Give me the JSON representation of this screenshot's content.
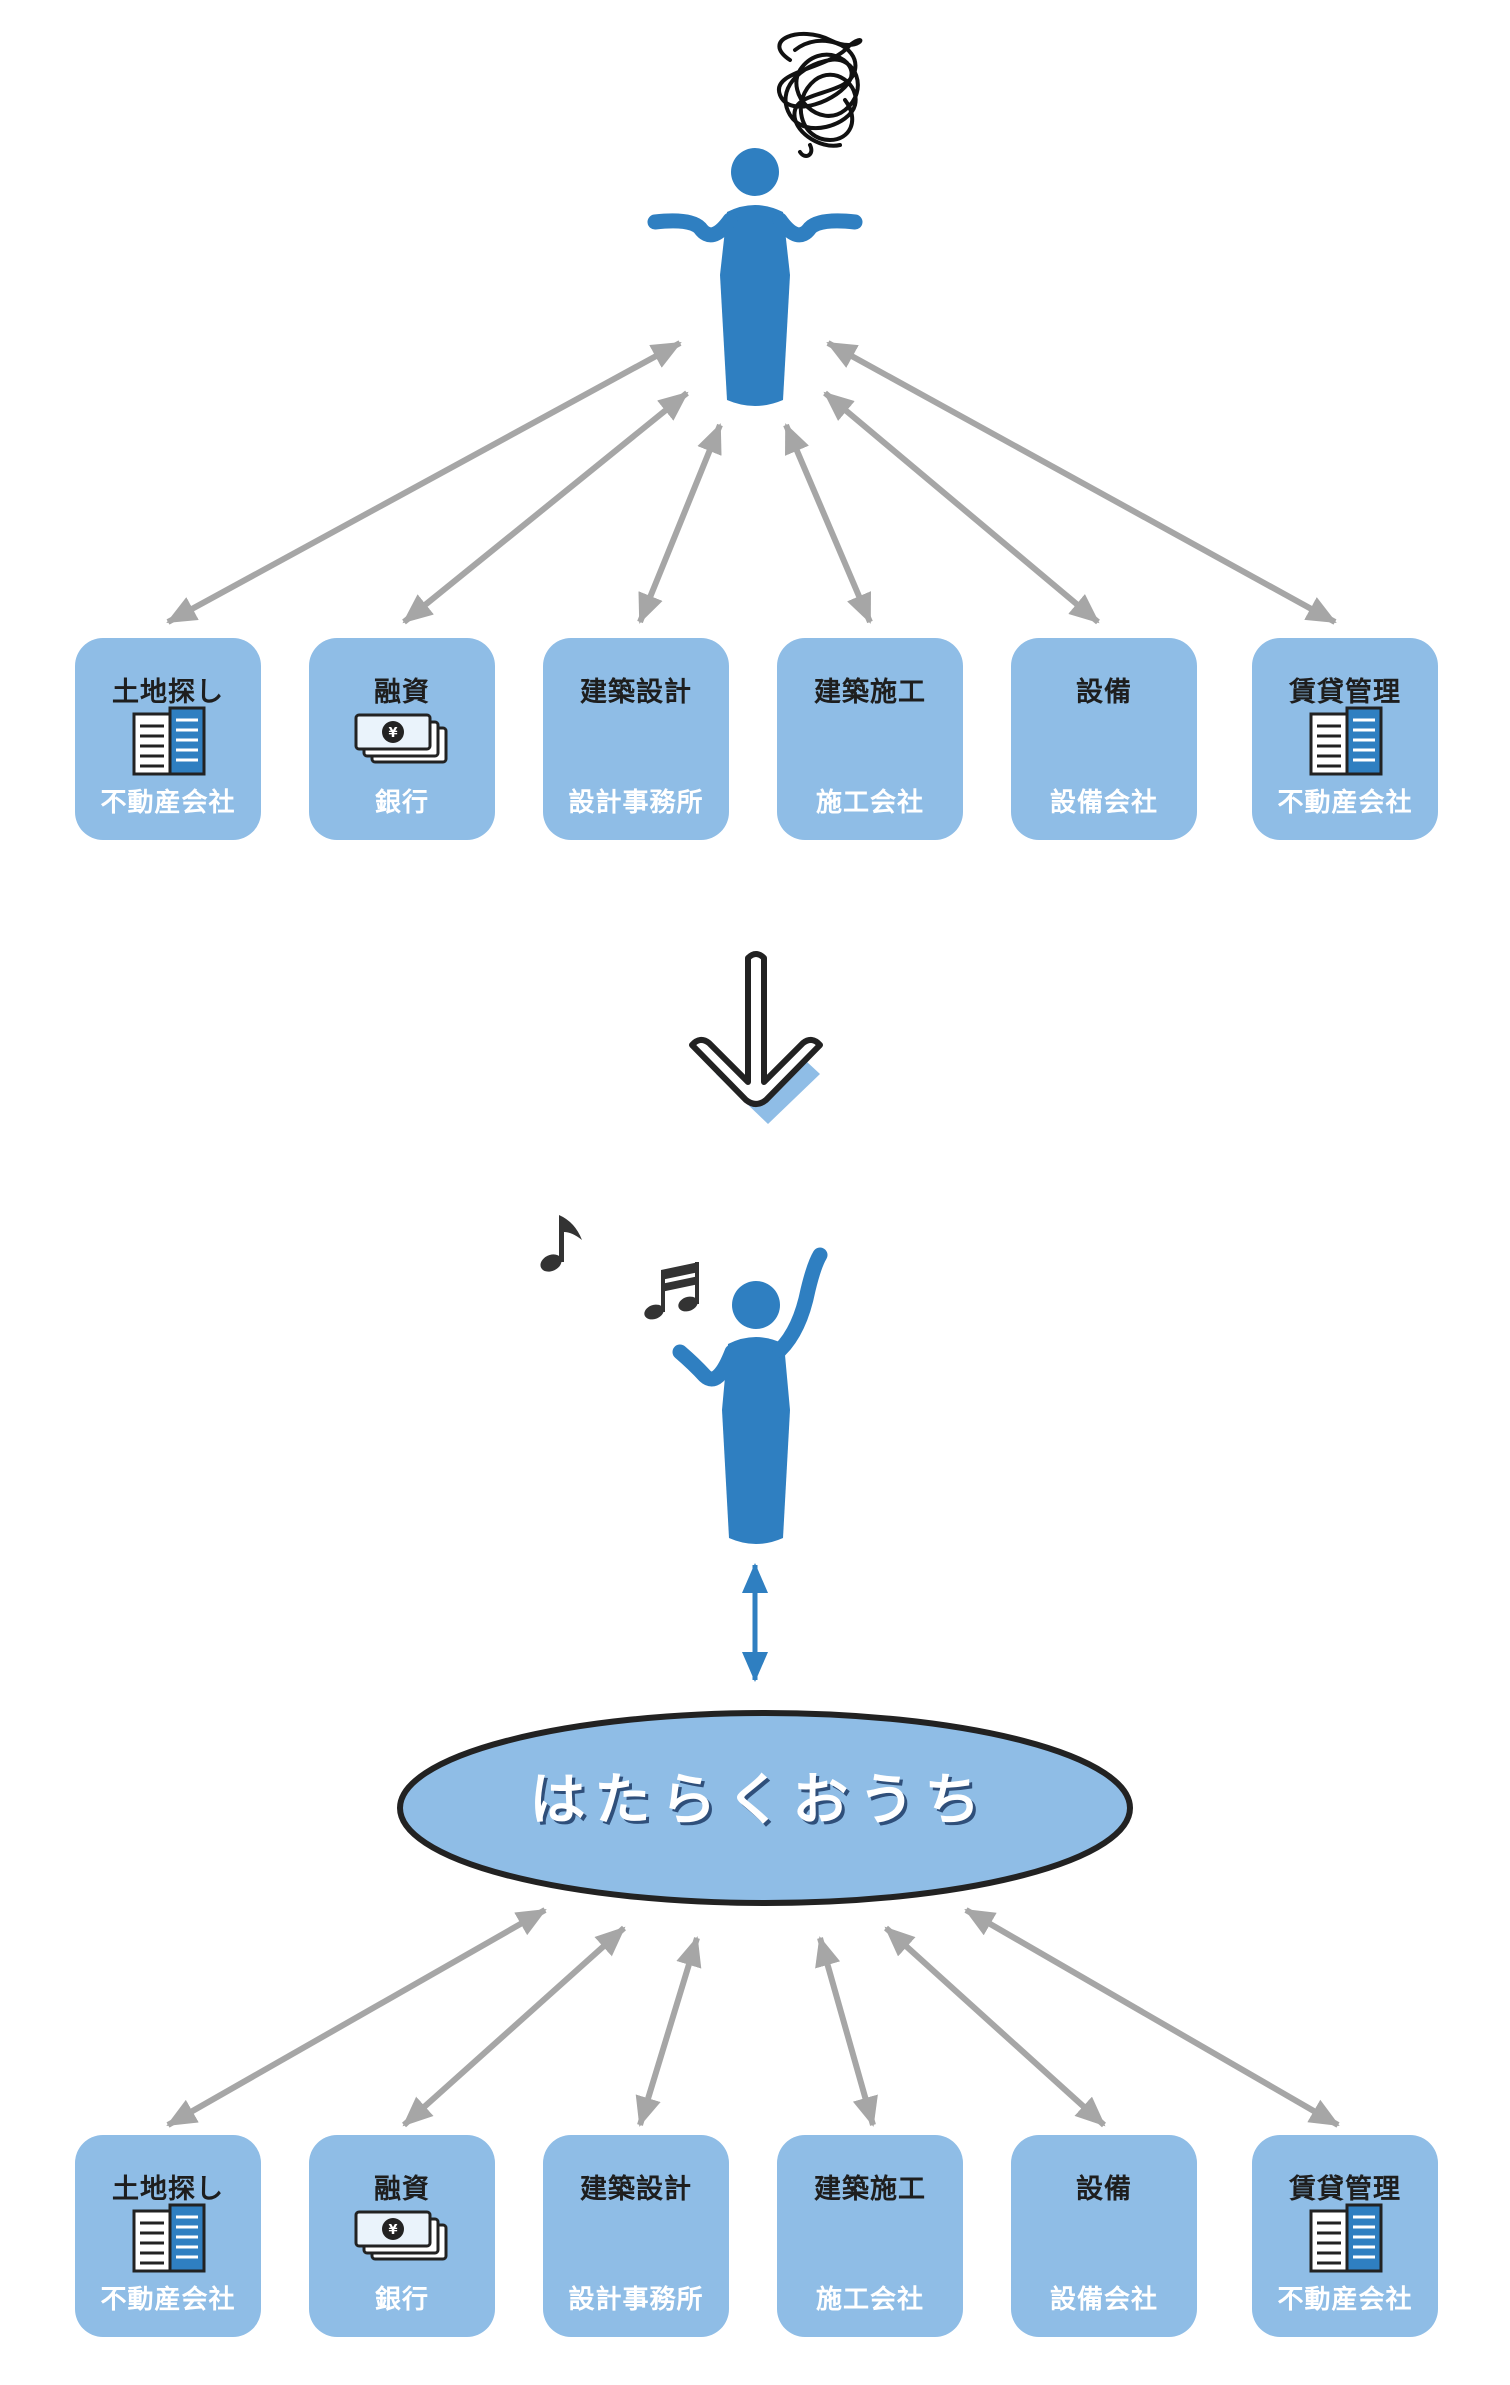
{
  "colors": {
    "box_fill": "#8fbde6",
    "person": "#2f7fc1",
    "arrow_gray": "#a6a6a6",
    "arrow_blue": "#2f7fc1",
    "oval_fill": "#8fbde6",
    "oval_stroke": "#222222"
  },
  "top_group": {
    "person_icon": "confused-person-icon",
    "thought_icon": "tangled-scribble-icon",
    "boxes": [
      {
        "title": "土地探し",
        "subtitle": "不動産会社",
        "icon": "building-icon"
      },
      {
        "title": "融資",
        "subtitle": "銀行",
        "icon": "money-icon"
      },
      {
        "title": "建築設計",
        "subtitle": "設計事務所",
        "icon": ""
      },
      {
        "title": "建築施工",
        "subtitle": "施工会社",
        "icon": ""
      },
      {
        "title": "設備",
        "subtitle": "設備会社",
        "icon": ""
      },
      {
        "title": "賃貸管理",
        "subtitle": "不動産会社",
        "icon": "building-icon"
      }
    ]
  },
  "transition_icon": "down-arrow-icon",
  "bottom_group": {
    "person_icon": "happy-person-icon",
    "music_icons": [
      "♪",
      "♬"
    ],
    "hub_label": "はたらくおうち",
    "boxes": [
      {
        "title": "土地探し",
        "subtitle": "不動産会社",
        "icon": "building-icon"
      },
      {
        "title": "融資",
        "subtitle": "銀行",
        "icon": "money-icon"
      },
      {
        "title": "建築設計",
        "subtitle": "設計事務所",
        "icon": ""
      },
      {
        "title": "建築施工",
        "subtitle": "施工会社",
        "icon": ""
      },
      {
        "title": "設備",
        "subtitle": "設備会社",
        "icon": ""
      },
      {
        "title": "賃貸管理",
        "subtitle": "不動産会社",
        "icon": "building-icon"
      }
    ]
  }
}
